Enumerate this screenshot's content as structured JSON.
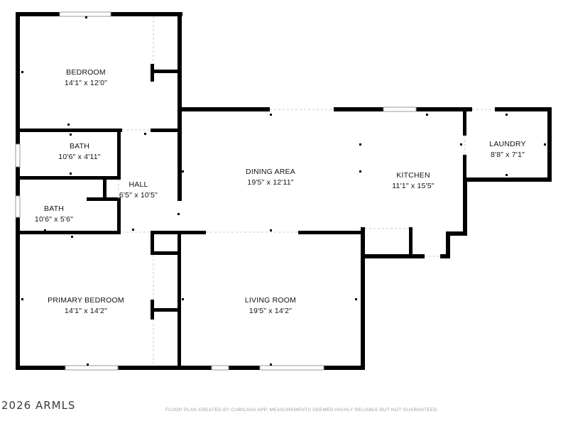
{
  "rooms": {
    "bedroom": {
      "name": "BEDROOM",
      "dims": "14'1\" x 12'0\""
    },
    "bath1": {
      "name": "BATH",
      "dims": "10'6\" x 4'11\""
    },
    "bath2": {
      "name": "BATH",
      "dims": "10'6\" x 5'6\""
    },
    "hall": {
      "name": "HALL",
      "dims": "6'5\" x 10'5\""
    },
    "dining": {
      "name": "DINING AREA",
      "dims": "19'5\" x 12'11\""
    },
    "kitchen": {
      "name": "KITCHEN",
      "dims": "11'1\" x 15'5\""
    },
    "laundry": {
      "name": "LAUNDRY",
      "dims": "8'8\" x 7'1\""
    },
    "primary": {
      "name": "PRIMARY BEDROOM",
      "dims": "14'1\" x 14'2\""
    },
    "living": {
      "name": "LIVING ROOM",
      "dims": "19'5\" x 14'2\""
    }
  },
  "footer": {
    "copyright": "2026 ARMLS",
    "disclaimer": "FLOOR PLAN CREATED BY CUBICASA APP. MEASUREMENTS DEEMED HIGHLY RELIABLE BUT NOT GUARANTEED."
  },
  "colors": {
    "wall": "#000000",
    "background": "#ffffff",
    "window": "#9a9a9a"
  }
}
